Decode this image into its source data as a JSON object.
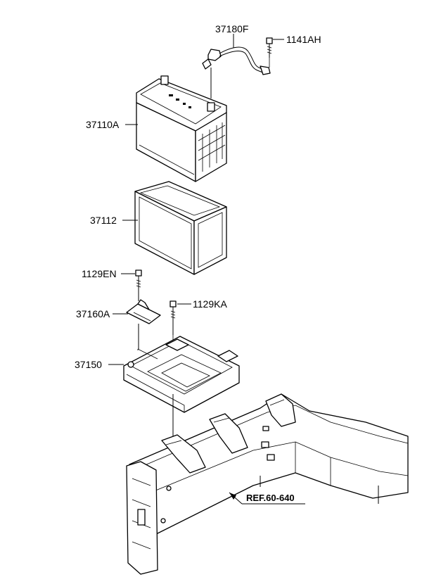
{
  "labels": {
    "cable": "37180F",
    "cable_bolt": "1141AH",
    "battery": "37110A",
    "insulator": "37112",
    "clamp_bolt": "1129EN",
    "clamp": "37160A",
    "tray_bolt": "1129KA",
    "tray": "37150",
    "reference": "REF.60-640"
  },
  "icons": {
    "battery": "battery-icon",
    "cable": "battery-cable-icon",
    "insulator": "insulator-pad-icon",
    "tray": "battery-tray-icon",
    "clamp": "battery-clamp-icon",
    "bolt": "bolt-icon",
    "body": "vehicle-body-frame-icon"
  }
}
